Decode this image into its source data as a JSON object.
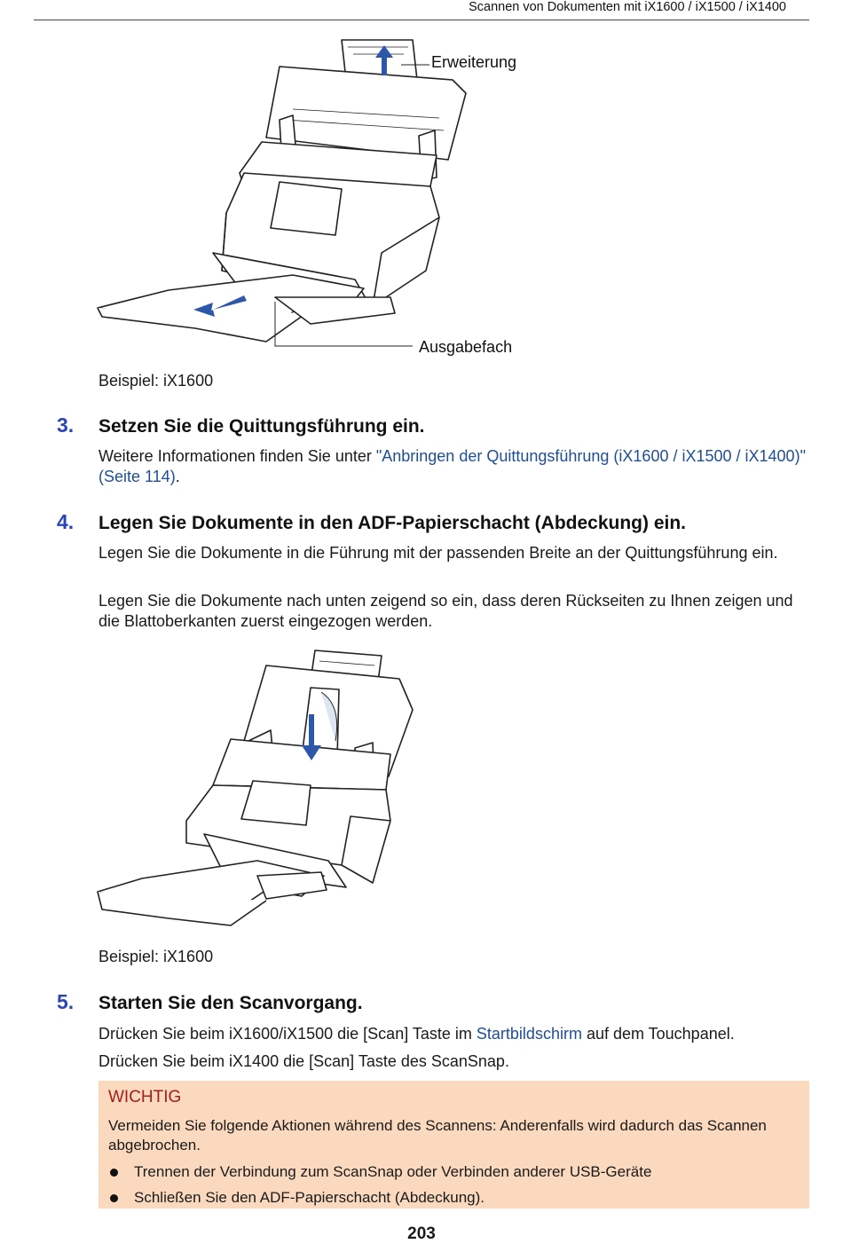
{
  "header": {
    "title": "Scannen von Dokumenten mit iX1600 / iX1500 / iX1400"
  },
  "figure1": {
    "callout_extension": "Erweiterung",
    "callout_output_tray": "Ausgabefach",
    "caption": "Beispiel: iX1600"
  },
  "steps": [
    {
      "number": "3.",
      "title": "Setzen Sie die Quittungsführung ein.",
      "text_before": "Weitere Informationen finden Sie unter ",
      "link": "\"Anbringen der Quittungsführung (iX1600 / iX1500 / iX1400)\" (Seite 114)",
      "text_after": "."
    },
    {
      "number": "4.",
      "title": "Legen Sie Dokumente in den ADF-Papierschacht (Abdeckung) ein.",
      "para1": "Legen Sie die Dokumente in die Führung mit der passenden Breite an der Quittungsführung ein.",
      "para2": "Legen Sie die Dokumente nach unten zeigend so ein, dass deren Rückseiten zu Ihnen zeigen und die Blattoberkanten zuerst eingezogen werden."
    },
    {
      "number": "5.",
      "title": "Starten Sie den Scanvorgang.",
      "para1_before": "Drücken Sie beim iX1600/iX1500 die [Scan] Taste im ",
      "para1_link": "Startbildschirm",
      "para1_after": " auf dem Touchpanel.",
      "para2": "Drücken Sie beim iX1400 die [Scan] Taste des ScanSnap."
    }
  ],
  "figure2": {
    "caption": "Beispiel: iX1600"
  },
  "important": {
    "title": "WICHTIG",
    "text": "Vermeiden Sie folgende Aktionen während des Scannens: Anderenfalls wird dadurch das Scannen abgebrochen.",
    "bullets": [
      "Trennen der Verbindung zum ScanSnap oder Verbinden anderer USB-Geräte",
      "Schließen Sie den ADF-Papierschacht (Abdeckung)."
    ]
  },
  "footer": {
    "page_number": "203"
  },
  "colors": {
    "step_number": "#2a45b8",
    "link": "#1f4e96",
    "important_bg": "#fad9be",
    "important_title": "#a0211a",
    "arrow": "#2d57a8"
  }
}
